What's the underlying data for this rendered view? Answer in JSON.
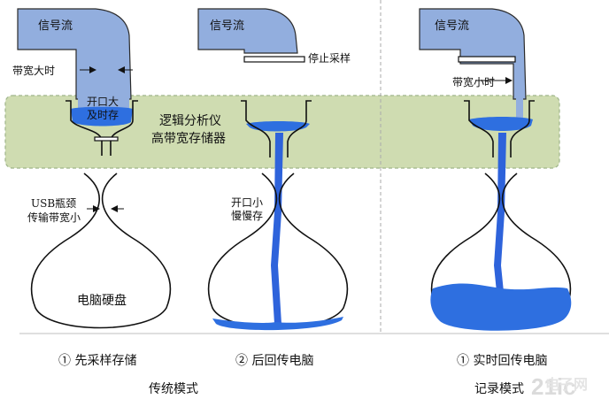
{
  "colors": {
    "pipe_fill": "#92aede",
    "pipe_stroke": "#2b2b2b",
    "water": "#2e6fe0",
    "stream": "#2e63db",
    "band_fill": "#cfdcb1",
    "band_stroke": "#9fb58a",
    "divider": "#aaaaaa"
  },
  "labels": {
    "signal_flow": "信号流",
    "bw_large": "带宽大时",
    "bw_small": "带宽小时",
    "stop_sampling": "停止采样",
    "opening_large_line1": "开口大",
    "opening_large_line2": "及时存",
    "analyzer_line1": "逻辑分析仪",
    "analyzer_line2": "高带宽存储器",
    "usb_line1": "USB瓶颈",
    "usb_line2": "传输带宽小",
    "opening_small_line1": "开口小",
    "opening_small_line2": "慢慢存",
    "pc_disk": "电脑硬盘"
  },
  "captions": {
    "step1": "① 先采样存储",
    "step2": "② 后回传电脑",
    "step3": "① 实时回传电脑"
  },
  "sections": {
    "traditional_mode": "传统模式",
    "record_mode": "记录模式"
  },
  "watermark": "电子网"
}
